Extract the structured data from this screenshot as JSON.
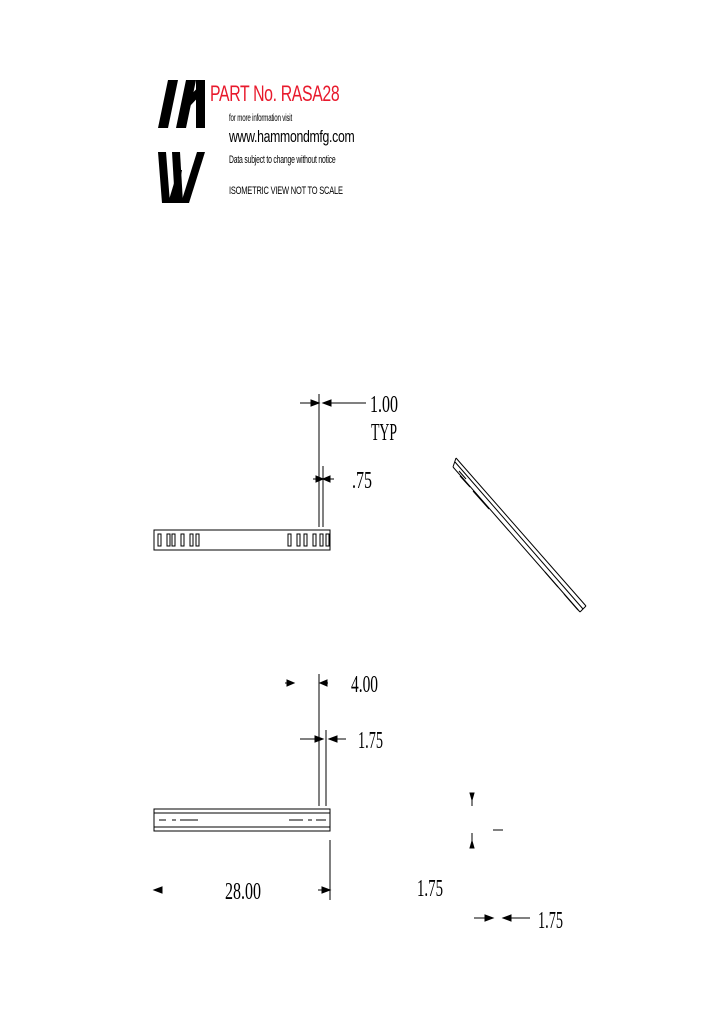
{
  "header": {
    "part_number": "PART No. RASA28",
    "info_label": "for more information visit",
    "website": "www.hammondmfg.com",
    "disclaimer": "Data subject to change without notice",
    "view_note": "ISOMETRIC VIEW NOT TO SCALE"
  },
  "brand": {
    "logo_color": "#000000",
    "part_color": "#e8192c"
  },
  "top_view": {
    "dim_slot_pitch": "1.00",
    "dim_slot_pitch_note": "TYP",
    "dim_slot_width": ".75"
  },
  "side_view": {
    "dim_end_offset": "4.00",
    "dim_slot_offset": "1.75",
    "dim_length": "28.00"
  },
  "end_view": {
    "dim_height": "1.75",
    "dim_width": "1.75"
  }
}
